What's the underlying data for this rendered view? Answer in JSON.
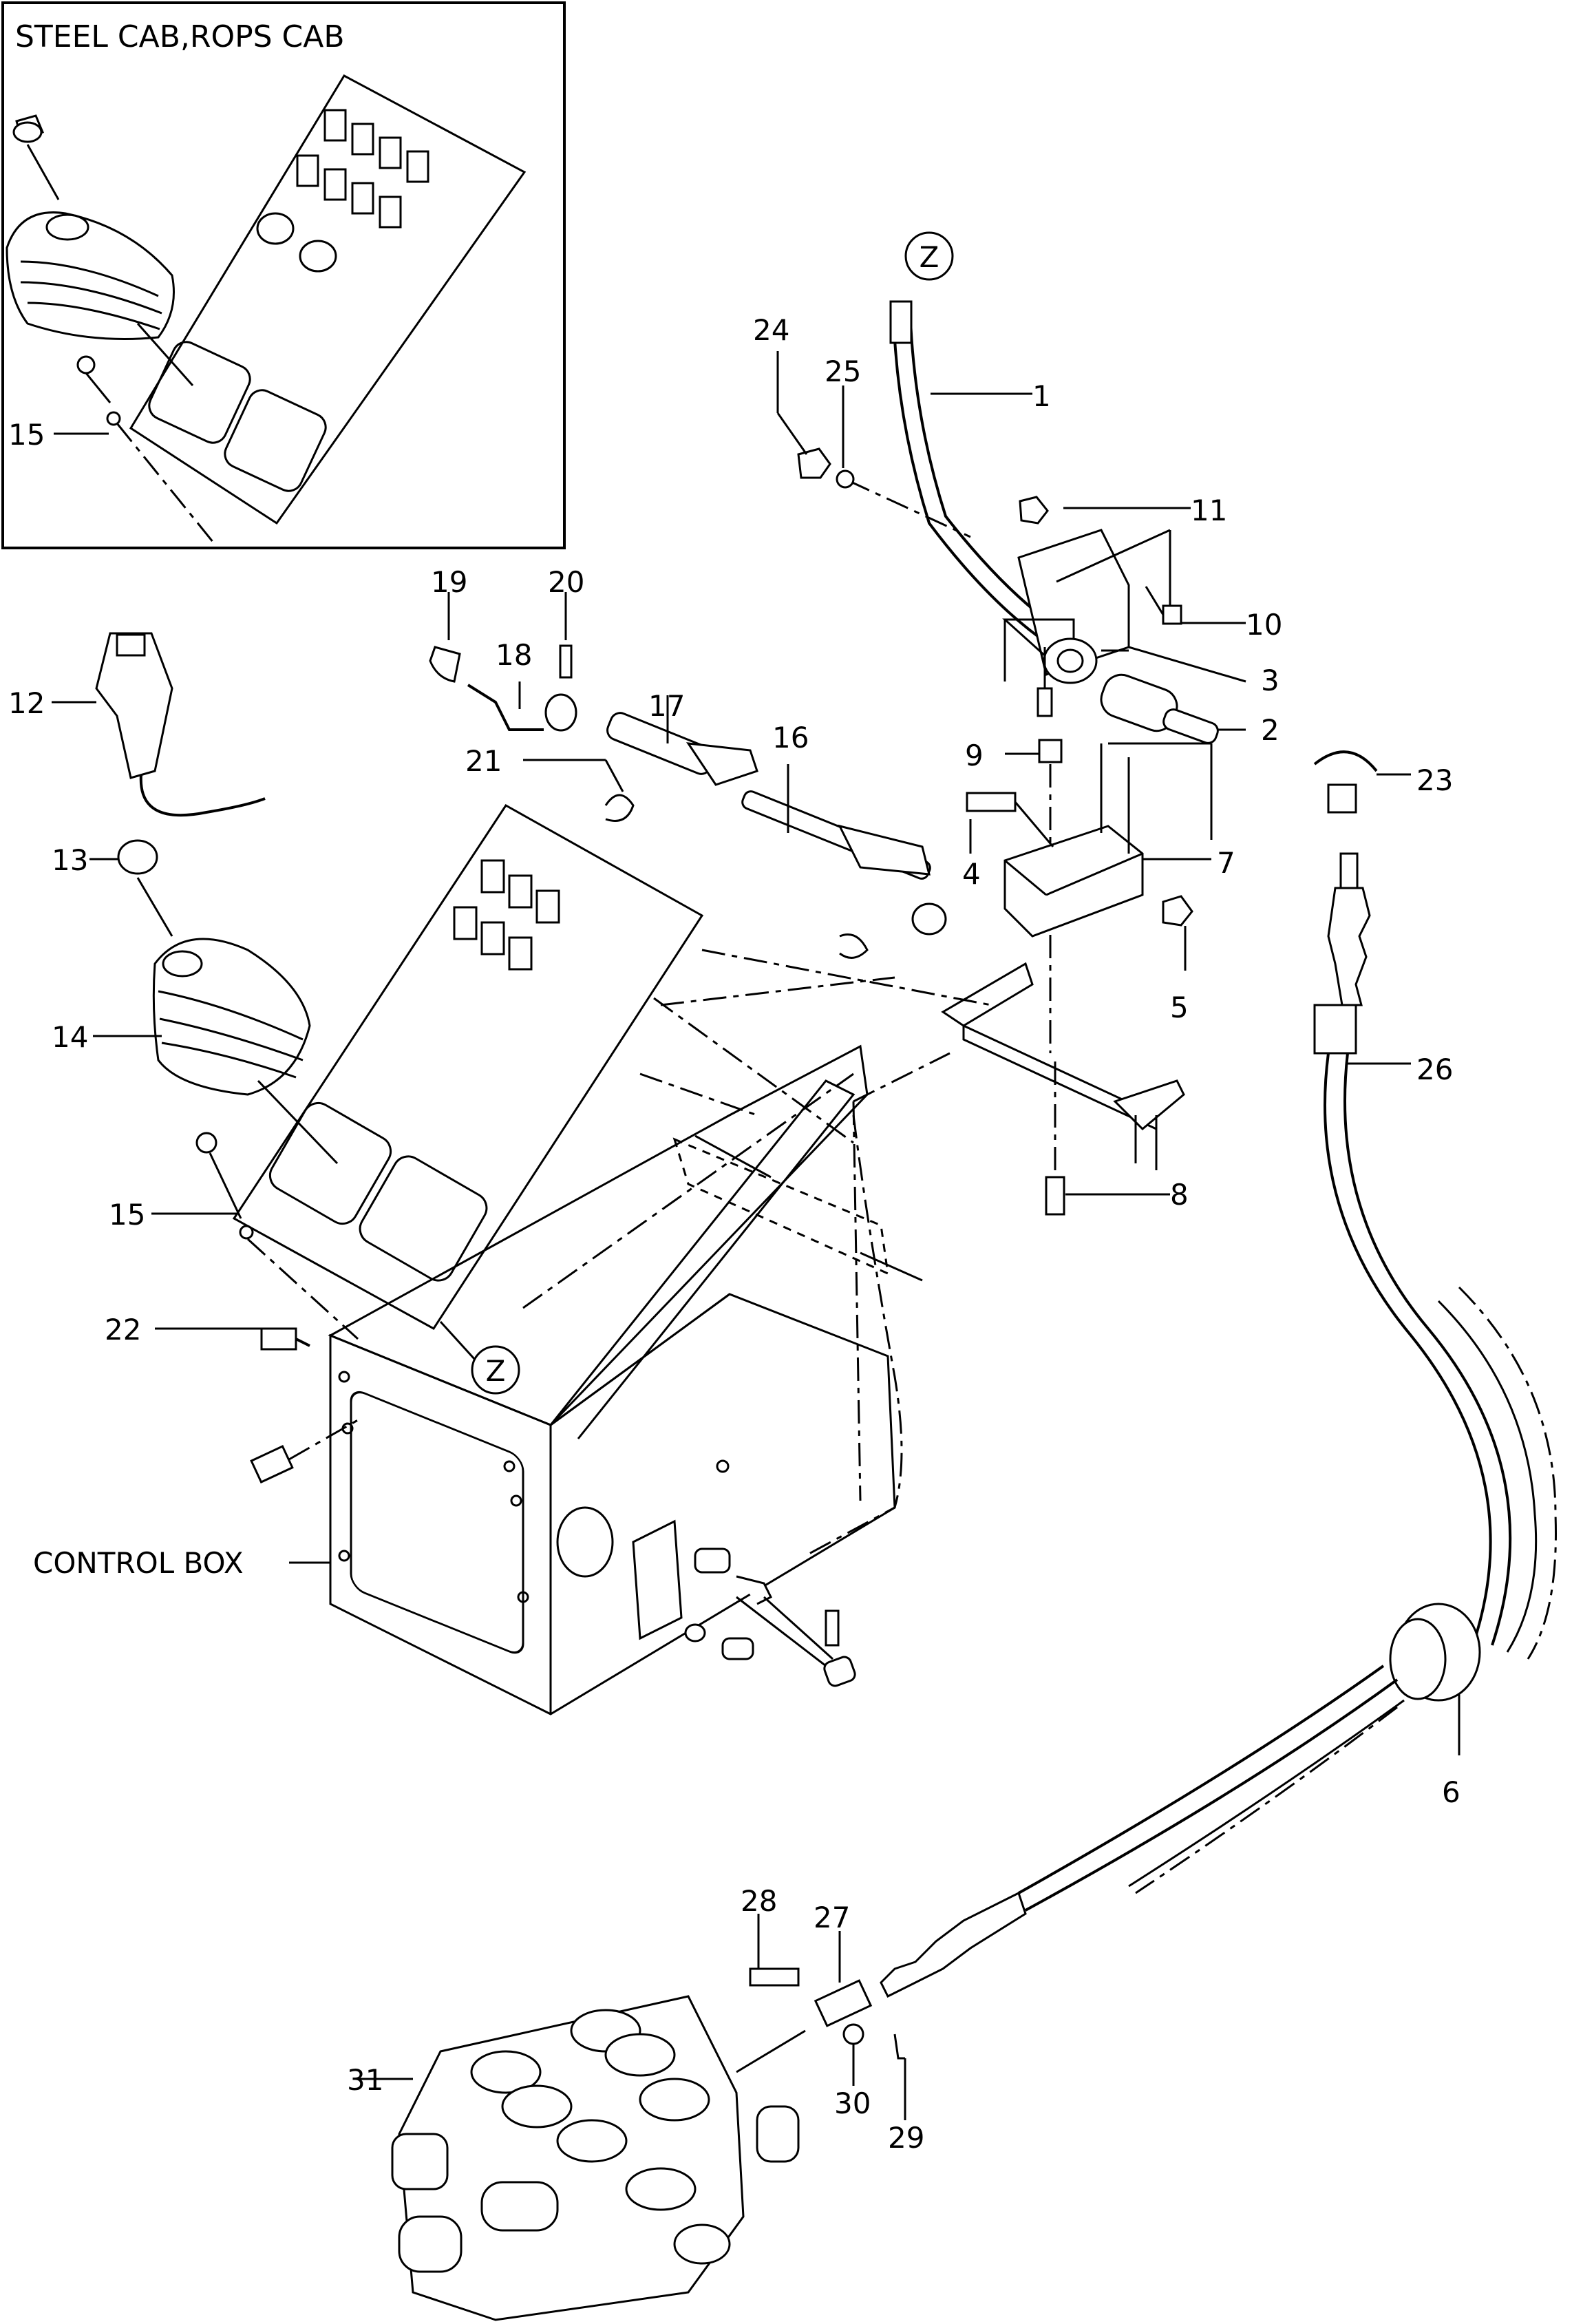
{
  "inset": {
    "title": "STEEL CAB,ROPS CAB",
    "part_label": "15"
  },
  "labels": {
    "control_box": "CONTROL BOX",
    "ref_z_top": "Z",
    "ref_z_bottom": "Z"
  },
  "callouts": [
    {
      "id": "1",
      "text": "1"
    },
    {
      "id": "2",
      "text": "2"
    },
    {
      "id": "3",
      "text": "3"
    },
    {
      "id": "4",
      "text": "4"
    },
    {
      "id": "5",
      "text": "5"
    },
    {
      "id": "6",
      "text": "6"
    },
    {
      "id": "7",
      "text": "7"
    },
    {
      "id": "8",
      "text": "8"
    },
    {
      "id": "9",
      "text": "9"
    },
    {
      "id": "10",
      "text": "10"
    },
    {
      "id": "11",
      "text": "11"
    },
    {
      "id": "12",
      "text": "12"
    },
    {
      "id": "13",
      "text": "13"
    },
    {
      "id": "14",
      "text": "14"
    },
    {
      "id": "15",
      "text": "15"
    },
    {
      "id": "16",
      "text": "16"
    },
    {
      "id": "17",
      "text": "17"
    },
    {
      "id": "18",
      "text": "18"
    },
    {
      "id": "19",
      "text": "19"
    },
    {
      "id": "20",
      "text": "20"
    },
    {
      "id": "21",
      "text": "21"
    },
    {
      "id": "22",
      "text": "22"
    },
    {
      "id": "23",
      "text": "23"
    },
    {
      "id": "24",
      "text": "24"
    },
    {
      "id": "25",
      "text": "25"
    },
    {
      "id": "26",
      "text": "26"
    },
    {
      "id": "27",
      "text": "27"
    },
    {
      "id": "28",
      "text": "28"
    },
    {
      "id": "29",
      "text": "29"
    },
    {
      "id": "30",
      "text": "30"
    },
    {
      "id": "31",
      "text": "31"
    }
  ]
}
